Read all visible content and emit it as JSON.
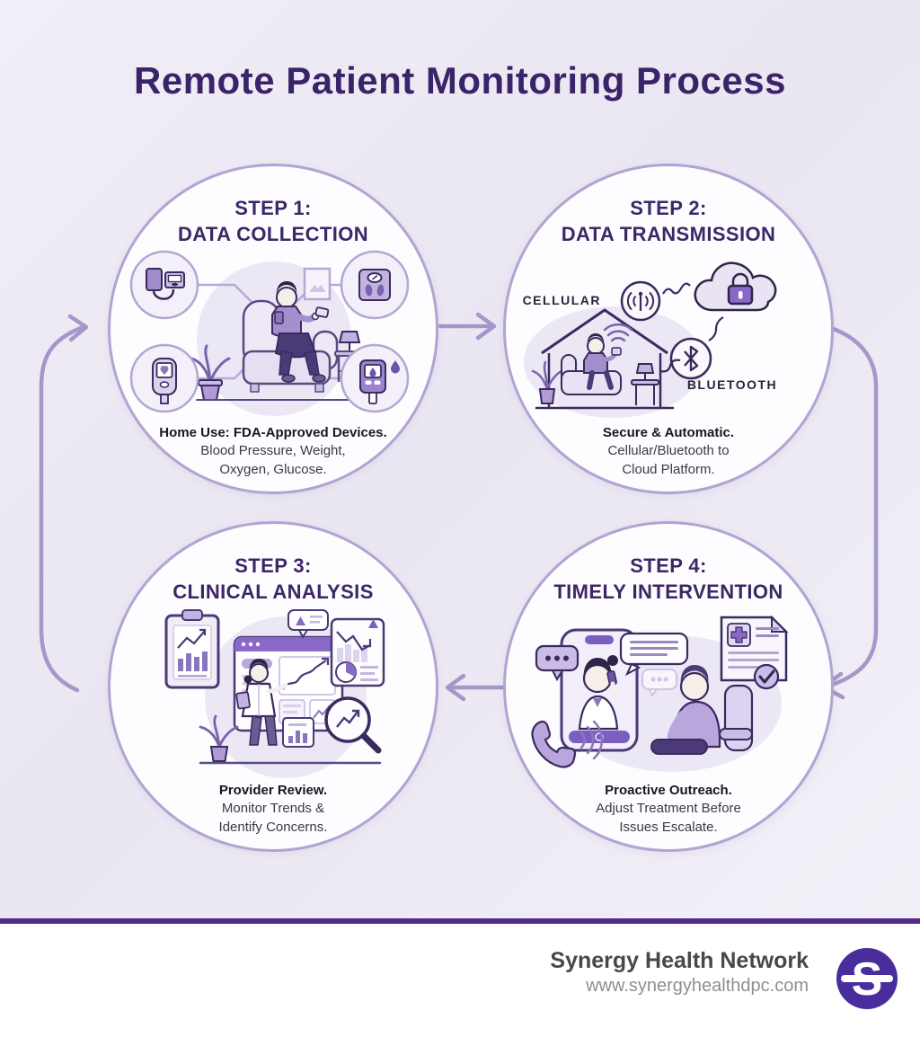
{
  "title": "Remote Patient Monitoring Process",
  "steps": [
    {
      "heading_line1": "STEP 1:",
      "heading_line2": "DATA COLLECTION",
      "caption_title": "Home Use: FDA-Approved Devices.",
      "caption_line2": "Blood Pressure, Weight,",
      "caption_line3": "Oxygen, Glucose."
    },
    {
      "heading_line1": "STEP 2:",
      "heading_line2": "DATA TRANSMISSION",
      "labels": {
        "cellular": "CELLULAR",
        "bluetooth": "BLUETOOTH"
      },
      "caption_title": "Secure & Automatic.",
      "caption_line2": "Cellular/Bluetooth to",
      "caption_line3": "Cloud Platform."
    },
    {
      "heading_line1": "STEP 3:",
      "heading_line2": "CLINICAL ANALYSIS",
      "caption_title": "Provider Review.",
      "caption_line2": "Monitor Trends &",
      "caption_line3": "Identify Concerns."
    },
    {
      "heading_line1": "STEP 4:",
      "heading_line2": "TIMELY INTERVENTION",
      "caption_title": "Proactive Outreach.",
      "caption_line2": "Adjust Treatment Before",
      "caption_line3": "Issues Escalate."
    }
  ],
  "footer": {
    "brand": "Synergy Health Network",
    "website": "www.synergyhealthdpc.com",
    "logo_letter": "S"
  },
  "colors": {
    "title_purple": "#3a2368",
    "heading_purple": "#3c2766",
    "circle_border": "#b2a4d2",
    "arrow_purple": "#a597c9",
    "divider_purple": "#55288d",
    "logo_purple": "#4a2d9c"
  }
}
